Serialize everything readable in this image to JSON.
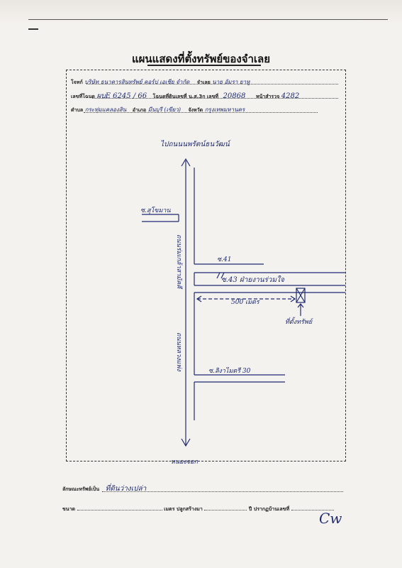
{
  "document": {
    "title": "แผนแสดงที่ตั้งทรัพย์ของจำเลย",
    "header": {
      "plaintiff_label": "โจทก์",
      "plaintiff_value": "บริษัท ธนาคารสินทรัพย์ คอร์ป เอเชีย จำกัด",
      "defendant_label": "จำเลย",
      "defendant_value": "นาย อัมรา ยาหู",
      "deed_label": "เลขที่โฉนด",
      "deed_value": "ผบE 6245 / 66",
      "land_no_label": "โฉนดที่ดินเลขที่ น.ส.3ก เลขที่",
      "land_no_value": "20868",
      "survey_label": "หน้าสำรวจ",
      "survey_value": "4282",
      "subdistrict_label": "ตำบล",
      "subdistrict_value": "กระทุ่มแคลองสิน",
      "district_label": "อำเภอ",
      "district_value": "มีนบุรี (เขียว)",
      "province_label": "จังหวัด",
      "province_value": "กรุงเทพมหานคร"
    },
    "map": {
      "north_label": "ไปถนนนพรัตน์ธนวัฒน์",
      "south_label": "หนองจอก",
      "left_road": "ซ.สุโขมาน",
      "main_road": "ถนนร่มเกล้าสามัคคี",
      "main_road_lower": "ถนนหลวงแพ่ง",
      "soi_1": "ซ.41",
      "soi_2": "ซ.43 ฝ่ายงานร่วมใจ",
      "distance": "500 เมตร",
      "property_label": "ที่ตั้งทรัพย์",
      "soi_3": "ซ.ลิงาไมตรี 30"
    },
    "footer": {
      "property_type_label": "ลักษณะทรัพย์เป็น",
      "property_type_value": "ที่ดินว่างเปล่า",
      "size_label": "ขนาด",
      "built_label": "เมตร ปลูกสร้างมา",
      "year_label": "ปี ปรากฏบ้านเลขที่"
    },
    "signature": "Cw"
  }
}
